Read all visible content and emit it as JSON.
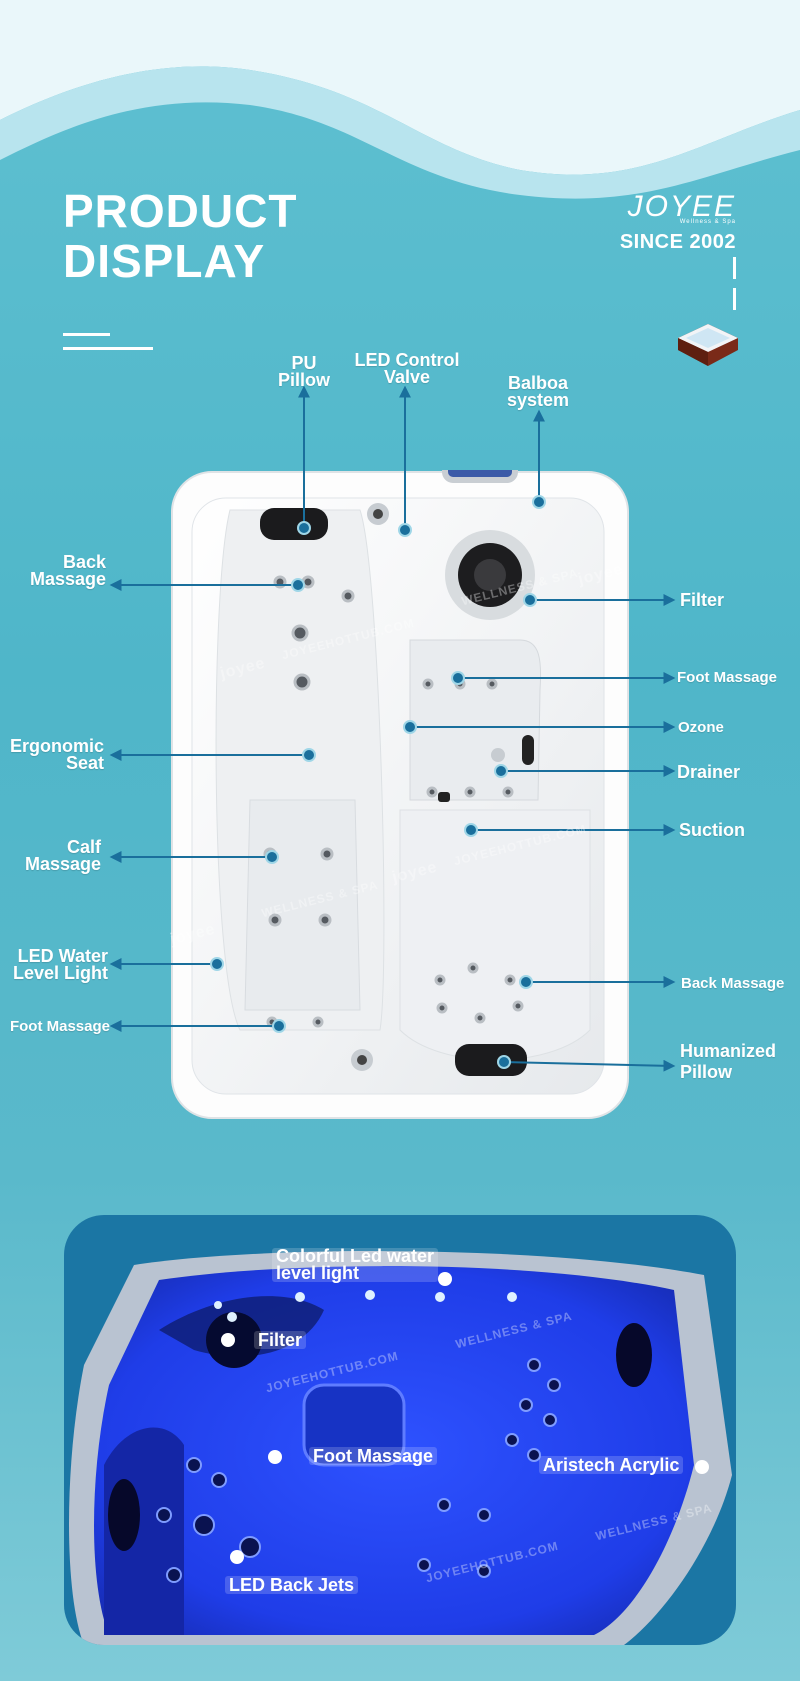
{
  "header": {
    "title_line1": "PRODUCT",
    "title_line2": "DISPLAY"
  },
  "brand": {
    "logo": "JOYEE",
    "tagline": "Wellness & Spa",
    "since": "SINCE 2002"
  },
  "callouts": {
    "pu_pillow_1": "PU",
    "pu_pillow_2": "Pillow",
    "led_valve_1": "LED Control",
    "led_valve_2": "Valve",
    "balboa_1": "Balboa",
    "balboa_2": "system",
    "back_massage_left_1": "Back",
    "back_massage_left_2": "Massage",
    "ergonomic_1": "Ergonomic",
    "ergonomic_2": "Seat",
    "calf_1": "Calf",
    "calf_2": "Massage",
    "led_water_1": "LED Water",
    "led_water_2": "Level Light",
    "foot_massage_left": "Foot Massage",
    "filter": "Filter",
    "foot_massage_right": "Foot Massage",
    "ozone": "Ozone",
    "drainer": "Drainer",
    "suction": "Suction",
    "back_massage_right": "Back Massage",
    "humanized_1": "Humanized",
    "humanized_2": "Pillow"
  },
  "lit_view": {
    "colorful_led_1": "Colorful Led water",
    "colorful_led_2": "level light",
    "filter": "Filter",
    "foot_massage": "Foot Massage",
    "aristech": "Aristech Acrylic",
    "led_back_jets": "LED Back Jets"
  },
  "watermarks": {
    "site": "JOYEEHOTTUB.COM",
    "wellness": "WELLNESS & SPA",
    "logo": "joyee"
  },
  "colors": {
    "background": "#55b9cb",
    "line": "#1a6f9c",
    "panel": "#1b76a4",
    "lit_acrylic": "#1f3de8"
  }
}
